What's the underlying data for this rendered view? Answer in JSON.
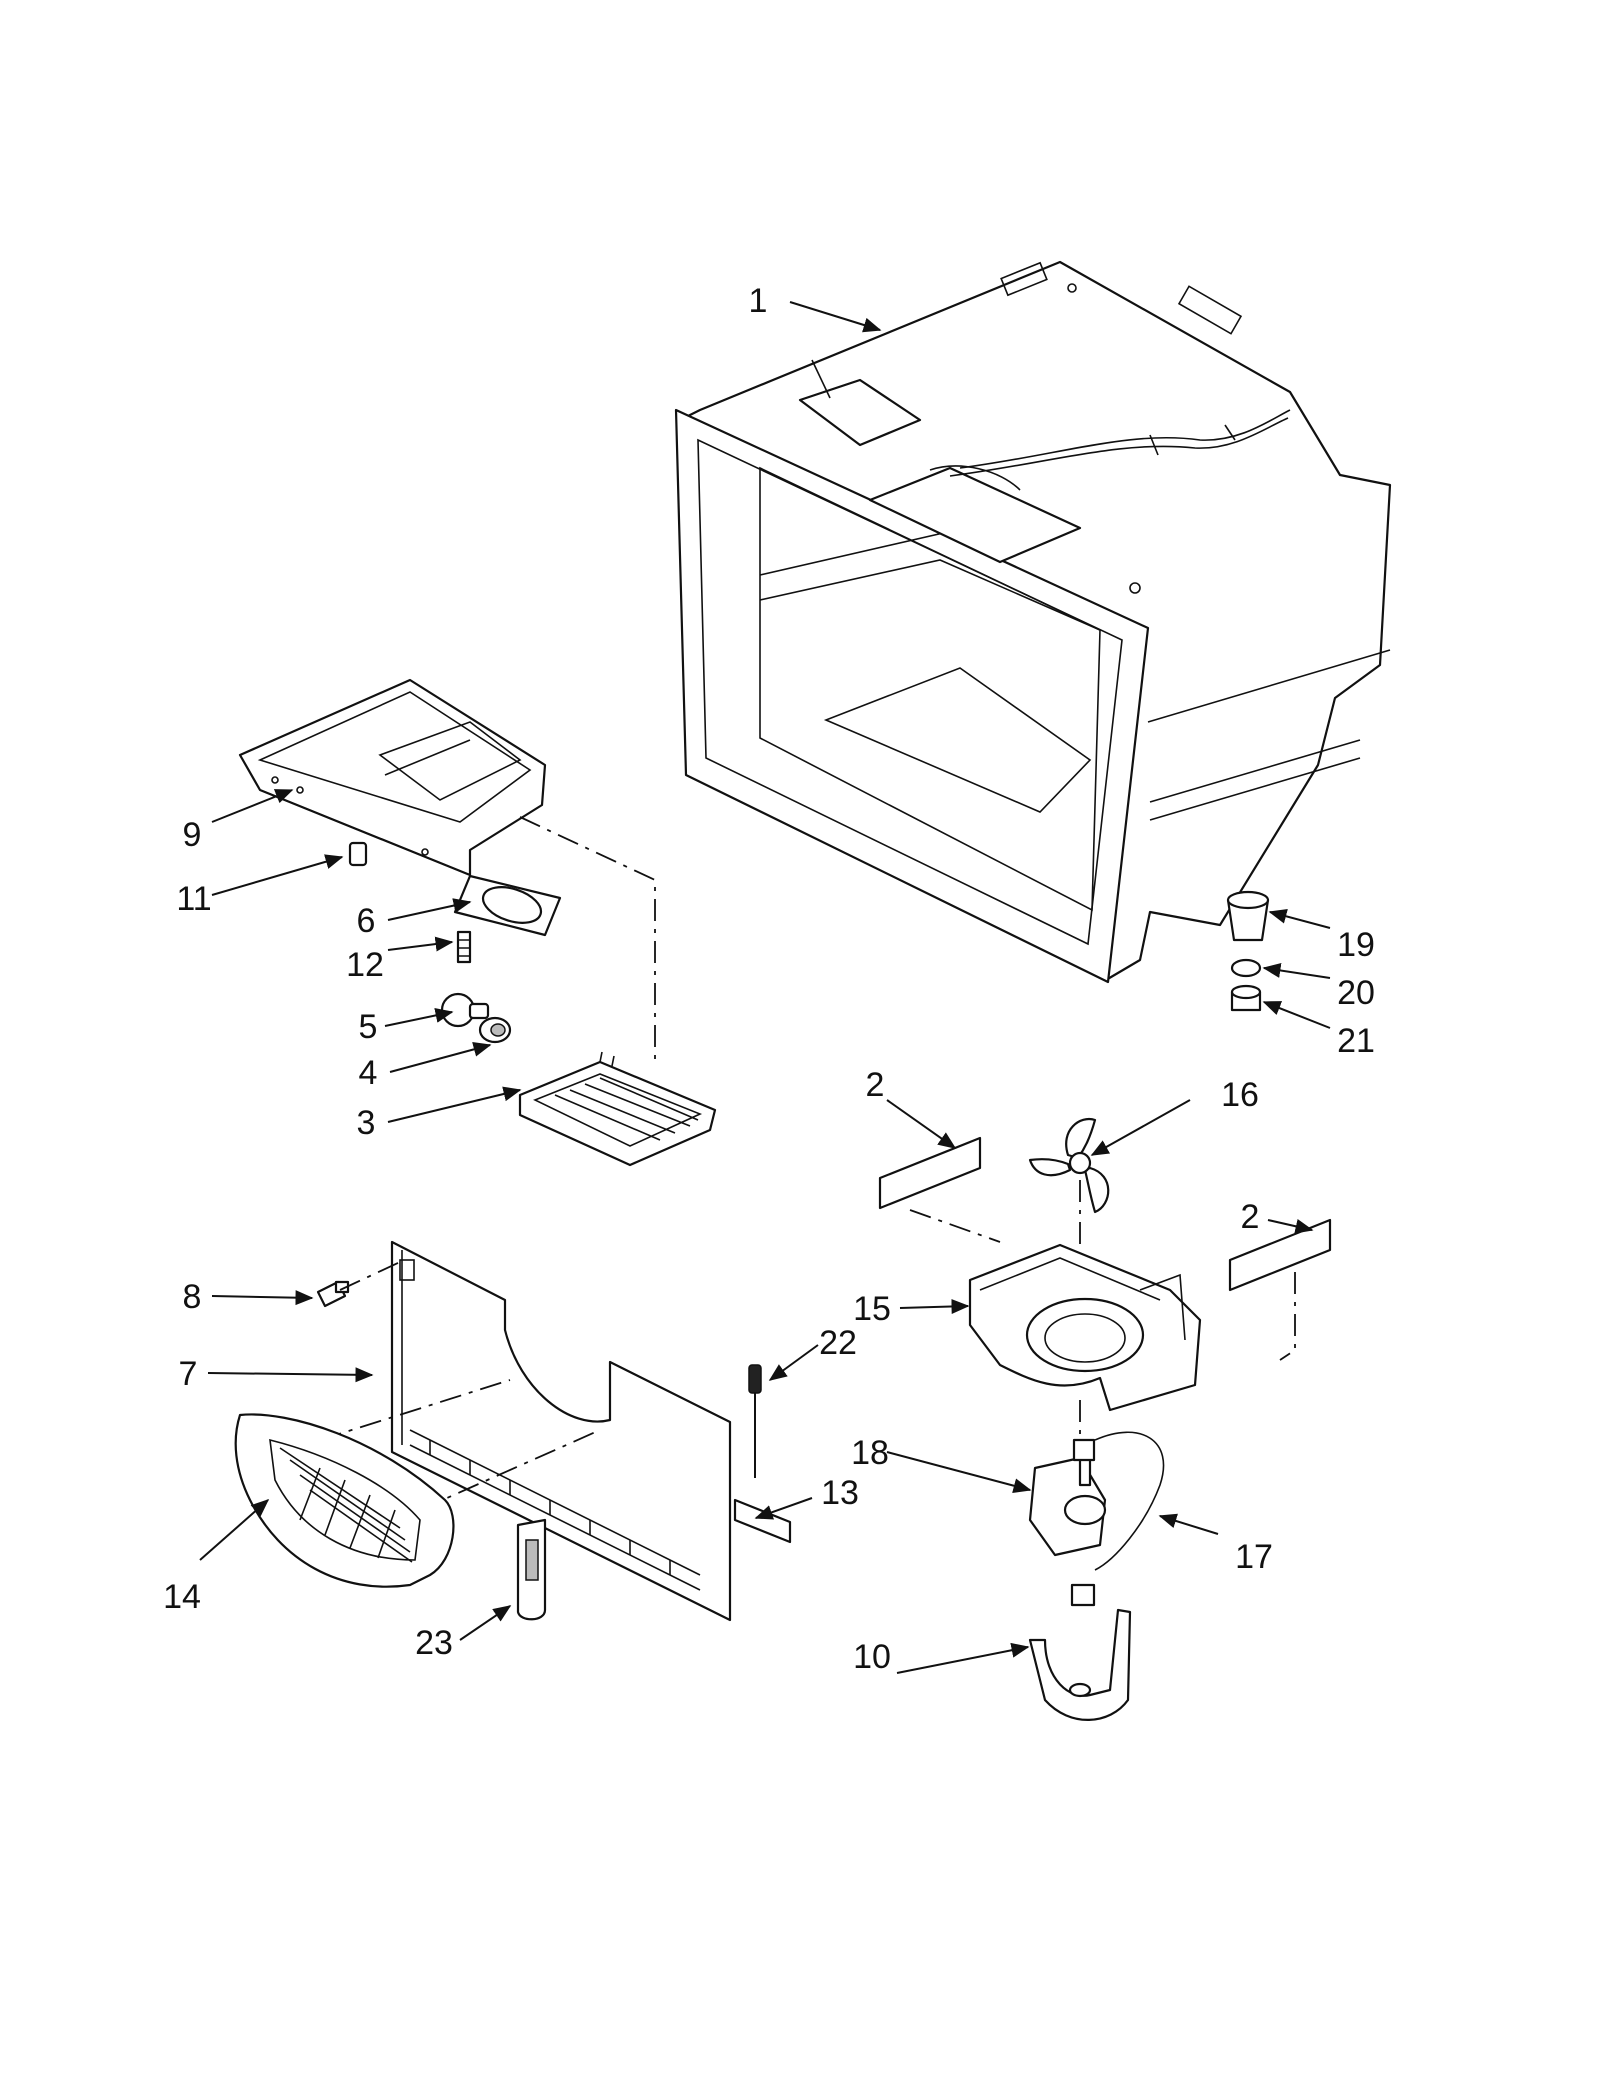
{
  "diagram": {
    "callouts": {
      "c1": "1",
      "c2a": "2",
      "c2b": "2",
      "c3": "3",
      "c4": "4",
      "c5": "5",
      "c6": "6",
      "c7": "7",
      "c8": "8",
      "c9": "9",
      "c10": "10",
      "c11": "11",
      "c12": "12",
      "c13": "13",
      "c14": "14",
      "c15": "15",
      "c16": "16",
      "c17": "17",
      "c18": "18",
      "c19": "19",
      "c20": "20",
      "c21": "21",
      "c22": "22",
      "c23": "23"
    }
  }
}
